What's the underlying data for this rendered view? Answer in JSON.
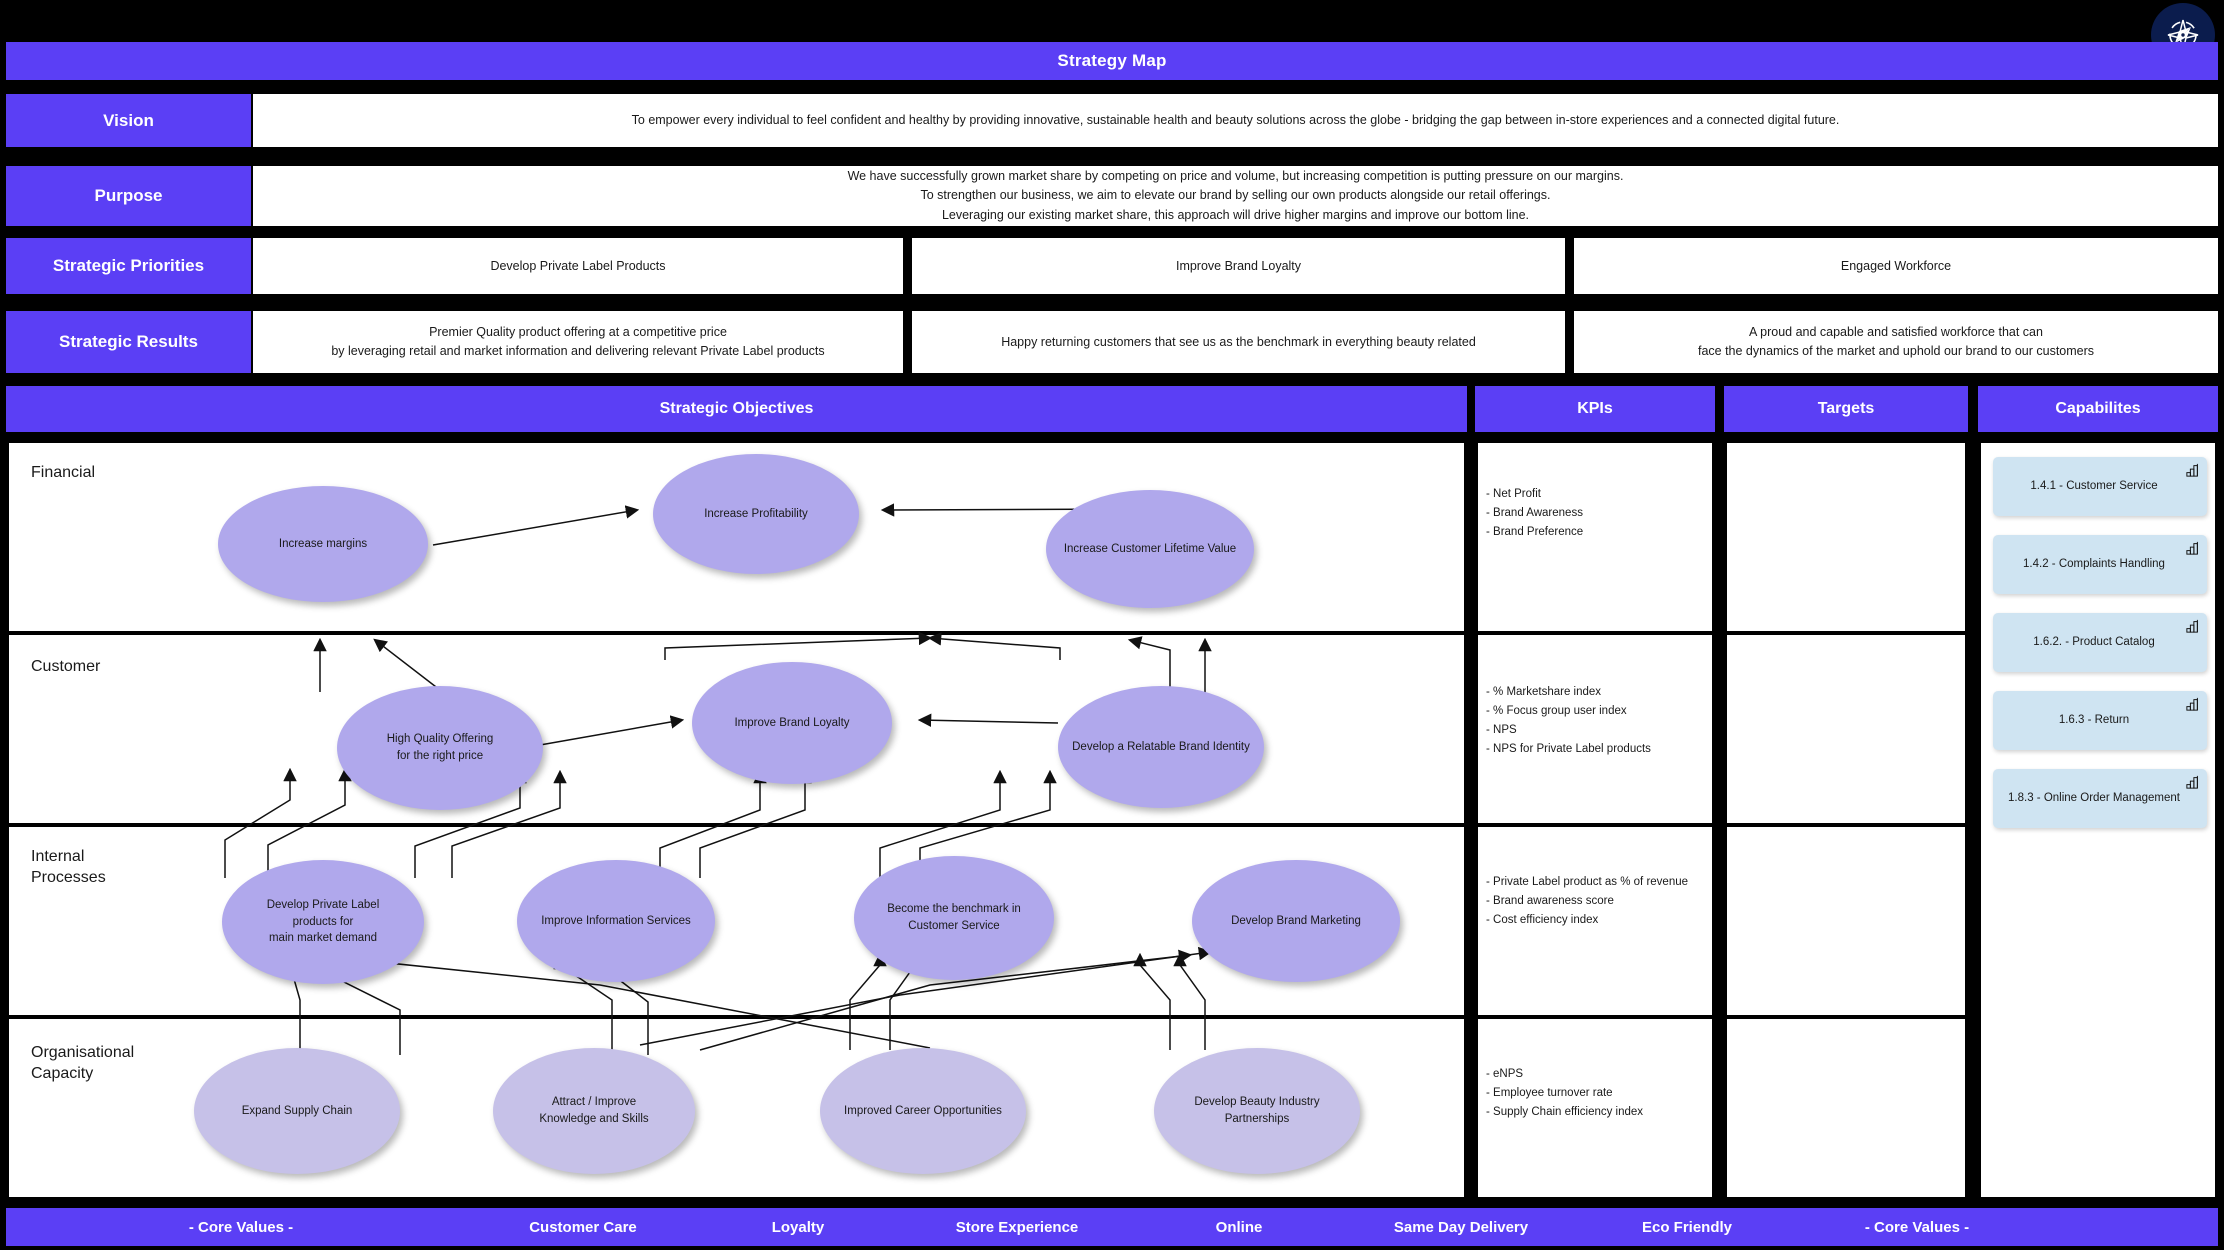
{
  "title": "Strategy Map",
  "badge": {
    "icon": "compass-icon"
  },
  "colors": {
    "accent": "#5b3ff5",
    "oval_dark": "#b0a8ec",
    "oval_light": "#c6c1e8",
    "capability_card": "#cfe4f2",
    "badge": "#0b1c4d",
    "panel": "#ffffff",
    "border": "#000000"
  },
  "rows": {
    "vision": {
      "label": "Vision",
      "text": "To empower every individual to feel confident and healthy by providing innovative, sustainable health and beauty solutions across the globe - bridging the gap between in-store experiences and a connected digital future."
    },
    "purpose": {
      "label": "Purpose",
      "lines": [
        "We have successfully grown market share by competing on price and volume, but increasing competition is putting pressure on our margins.",
        "To strengthen our business, we aim to elevate our brand by selling our own products alongside our retail offerings.",
        "Leveraging our existing market share, this approach will drive higher margins and improve our bottom line."
      ]
    },
    "strategic_priorities": {
      "label": "Strategic Priorities",
      "cells": [
        "Develop Private Label Products",
        "Improve Brand Loyalty",
        "Engaged Workforce"
      ]
    },
    "strategic_results": {
      "label": "Strategic Results",
      "cells": [
        [
          "Premier Quality product offering at a competitive price",
          "by leveraging retail and market information and delivering relevant Private Label products"
        ],
        [
          "Happy returning customers that see us as the benchmark in everything beauty related"
        ],
        [
          "A proud and capable and satisfied workforce that can",
          "face the dynamics of the market and uphold our brand to our customers"
        ]
      ]
    }
  },
  "headers": {
    "objectives": "Strategic Objectives",
    "kpis": "KPIs",
    "targets": "Targets",
    "capabilities": "Capabilites"
  },
  "perspectives": [
    {
      "name": "Financial",
      "label_lines": [
        "Financial"
      ],
      "objectives": [
        {
          "text": "Increase margins"
        },
        {
          "text": "Increase Profitability"
        },
        {
          "text": "Increase Customer Lifetime Value"
        }
      ],
      "kpis": [
        "- Net Profit",
        "- Brand Awareness",
        "- Brand Preference"
      ],
      "targets": []
    },
    {
      "name": "Customer",
      "label_lines": [
        "Customer"
      ],
      "objectives": [
        {
          "text": "High Quality Offering\nfor the right price"
        },
        {
          "text": "Improve Brand Loyalty"
        },
        {
          "text": "Develop a Relatable Brand Identity"
        }
      ],
      "kpis": [
        "- % Marketshare index",
        "- % Focus group user index",
        "- NPS",
        "- NPS for Private Label products"
      ],
      "targets": []
    },
    {
      "name": "Internal Processes",
      "label_lines": [
        "Internal",
        "Processes"
      ],
      "objectives": [
        {
          "text": "Develop Private Label\nproducts for\nmain market demand"
        },
        {
          "text": "Improve Information Services"
        },
        {
          "text": "Become the benchmark in\nCustomer Service"
        },
        {
          "text": "Develop Brand Marketing"
        }
      ],
      "kpis": [
        "- Private Label product as % of revenue",
        "- Brand awareness score",
        "- Cost efficiency index"
      ],
      "targets": []
    },
    {
      "name": "Organisational Capacity",
      "label_lines": [
        "Organisational",
        "Capacity"
      ],
      "objectives": [
        {
          "text": "Expand Supply Chain"
        },
        {
          "text": "Attract / Improve\nKnowledge and Skills"
        },
        {
          "text": "Improved Career Opportunities"
        },
        {
          "text": "Develop Beauty Industry\nPartnerships"
        }
      ],
      "kpis": [
        "- eNPS",
        "- Employee turnover rate",
        "- Supply Chain efficiency index"
      ],
      "targets": []
    }
  ],
  "capabilities": [
    {
      "label": "1.4.1 - Customer Service",
      "icon": "capability-chart-icon"
    },
    {
      "label": "1.4.2 - Complaints Handling",
      "icon": "capability-chart-icon"
    },
    {
      "label": "1.6.2. - Product Catalog",
      "icon": "capability-chart-icon"
    },
    {
      "label": "1.6.3 - Return",
      "icon": "capability-chart-icon"
    },
    {
      "label": "1.8.3 - Online Order Management",
      "icon": "capability-chart-icon"
    }
  ],
  "footer": {
    "values": [
      "- Core Values -",
      "Customer Care",
      "Loyalty",
      "Store Experience",
      "Online",
      "Same Day Delivery",
      "Eco Friendly",
      "- Core Values -"
    ]
  }
}
